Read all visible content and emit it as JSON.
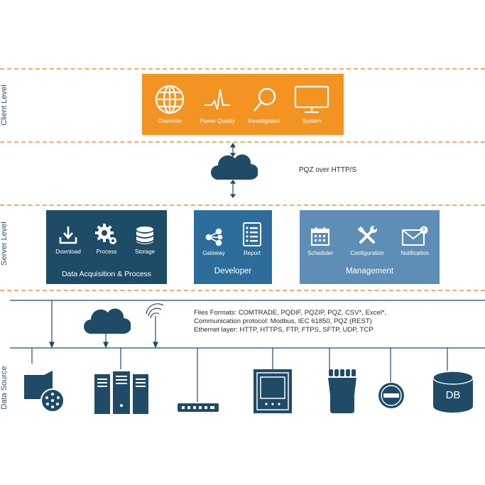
{
  "levels": {
    "client": "Client Level",
    "server": "Server Level",
    "data_source": "Data Source"
  },
  "client_panel": {
    "items": [
      {
        "label": "Overview",
        "icon": "globe-icon"
      },
      {
        "label": "Power Quality",
        "icon": "waveform-icon"
      },
      {
        "label": "Investigation",
        "icon": "magnifier-icon"
      },
      {
        "label": "System",
        "icon": "monitor-icon"
      }
    ]
  },
  "transport_label": "PQZ over HTTP/S",
  "server_panels": {
    "acquisition": {
      "title": "Data Acquisition & Process",
      "items": [
        {
          "label": "Download",
          "icon": "download-icon"
        },
        {
          "label": "Process",
          "icon": "gears-icon"
        },
        {
          "label": "Storage",
          "icon": "database-icon"
        }
      ]
    },
    "developer": {
      "title": "Developer",
      "items": [
        {
          "label": "Gateway",
          "icon": "share-icon"
        },
        {
          "label": "Report",
          "icon": "report-icon"
        }
      ]
    },
    "management": {
      "title": "Management",
      "items": [
        {
          "label": "Scheduler",
          "icon": "calendar-icon"
        },
        {
          "label": "Configuration",
          "icon": "tools-icon"
        },
        {
          "label": "Notification",
          "icon": "envelope-icon"
        }
      ],
      "notification_badge": "9"
    }
  },
  "info_lines": [
    "Files Formats: COMTRADE, PQDIF, PQZIP, PQZ, CSV*, Excel*,",
    "Communication protocol: Modbus, IEC 61850, PQZ (REST)",
    "Ethernet layer: HTTP, HTTPS, FTP, FTPS, SFTP, UDP, TCP"
  ],
  "devices": [
    {
      "name": "pq-analyzer-device-icon"
    },
    {
      "name": "server-rack-icon"
    },
    {
      "name": "network-switch-icon"
    },
    {
      "name": "panel-meter-icon"
    },
    {
      "name": "clamp-meter-icon"
    },
    {
      "name": "round-meter-icon"
    },
    {
      "name": "db-cylinder-icon",
      "label": "DB"
    }
  ],
  "colors": {
    "orange": "#f39322",
    "dark_navy": "#1e4c66",
    "mid_blue": "#2d6d9b",
    "light_blue": "#5e8eb5",
    "dash": "#f0ab6a",
    "icon_navy": "#1f4b67"
  }
}
